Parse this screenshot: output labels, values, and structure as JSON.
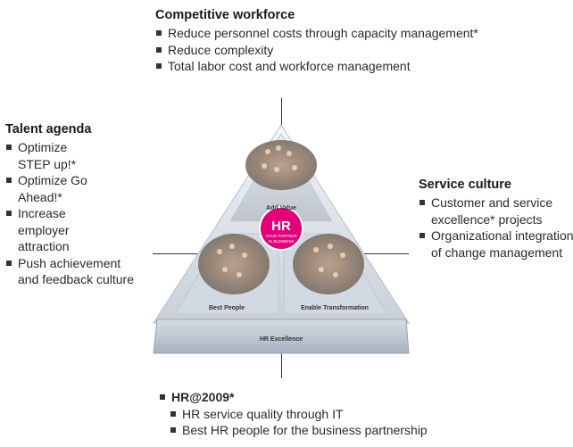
{
  "competitive_workforce": {
    "heading": "Competitive workforce",
    "items": [
      "Reduce personnel costs through capacity management*",
      "Reduce complexity",
      "Total labor cost and workforce management"
    ]
  },
  "talent_agenda": {
    "heading": "Talent agenda",
    "items": [
      "Optimize STEP up!*",
      "Optimize Go Ahead!*",
      "Increase employer attraction",
      "Push achievement and feedback culture"
    ]
  },
  "service_culture": {
    "heading": "Service culture",
    "items": [
      "Customer and service excellence* projects",
      "Organizational integration of change management"
    ]
  },
  "hr2009": {
    "heading": "HR@2009*",
    "items": [
      "HR service quality through IT",
      "Best HR people for the business partnership"
    ]
  },
  "pyramid": {
    "add_value": "Add Value",
    "best_people": "Best People",
    "enable_transformation": "Enable Transformation",
    "hr_excellence": "HR Excellence",
    "hr_logo": "HR",
    "hr_tagline_1": "YOUR PARTNER",
    "hr_tagline_2": "IN BUSINESS"
  },
  "colors": {
    "magenta": "#e2007a",
    "pyramid_light": "#e3e8ef",
    "pyramid_dark": "#a9b2bf"
  }
}
